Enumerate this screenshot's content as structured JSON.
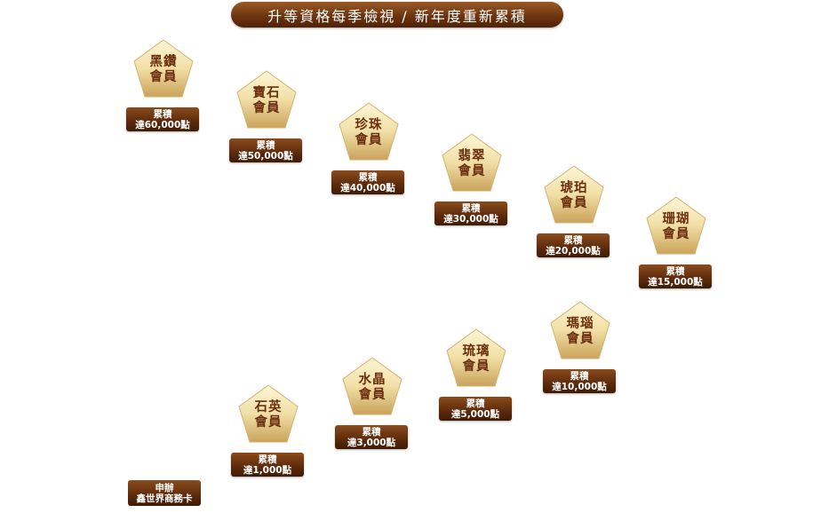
{
  "banner": {
    "title": "升等資格每季檢視 / 新年度重新累積"
  },
  "colors": {
    "brown_dark": "#5c2a0c",
    "brown_text": "#6b2f0e",
    "gold_light": "#fbf1c8",
    "gold_mid": "#e2c98a"
  },
  "tiers": [
    {
      "line1": "黑鑽",
      "line2": "會員",
      "req1": "累積",
      "req2": "達60,000點"
    },
    {
      "line1": "寶石",
      "line2": "會員",
      "req1": "累積",
      "req2": "達50,000點"
    },
    {
      "line1": "珍珠",
      "line2": "會員",
      "req1": "累積",
      "req2": "達40,000點"
    },
    {
      "line1": "翡翠",
      "line2": "會員",
      "req1": "累積",
      "req2": "達30,000點"
    },
    {
      "line1": "琥珀",
      "line2": "會員",
      "req1": "累積",
      "req2": "達20,000點"
    },
    {
      "line1": "珊瑚",
      "line2": "會員",
      "req1": "累積",
      "req2": "達15,000點"
    },
    {
      "line1": "瑪瑙",
      "line2": "會員",
      "req1": "累積",
      "req2": "達10,000點"
    },
    {
      "line1": "琉璃",
      "line2": "會員",
      "req1": "累積",
      "req2": "達5,000點"
    },
    {
      "line1": "水晶",
      "line2": "會員",
      "req1": "累積",
      "req2": "達3,000點"
    },
    {
      "line1": "石英",
      "line2": "會員",
      "req1": "累積",
      "req2": "達1,000點"
    }
  ],
  "card": {
    "line1": "申辦",
    "line2": "鑫世界商務卡"
  }
}
